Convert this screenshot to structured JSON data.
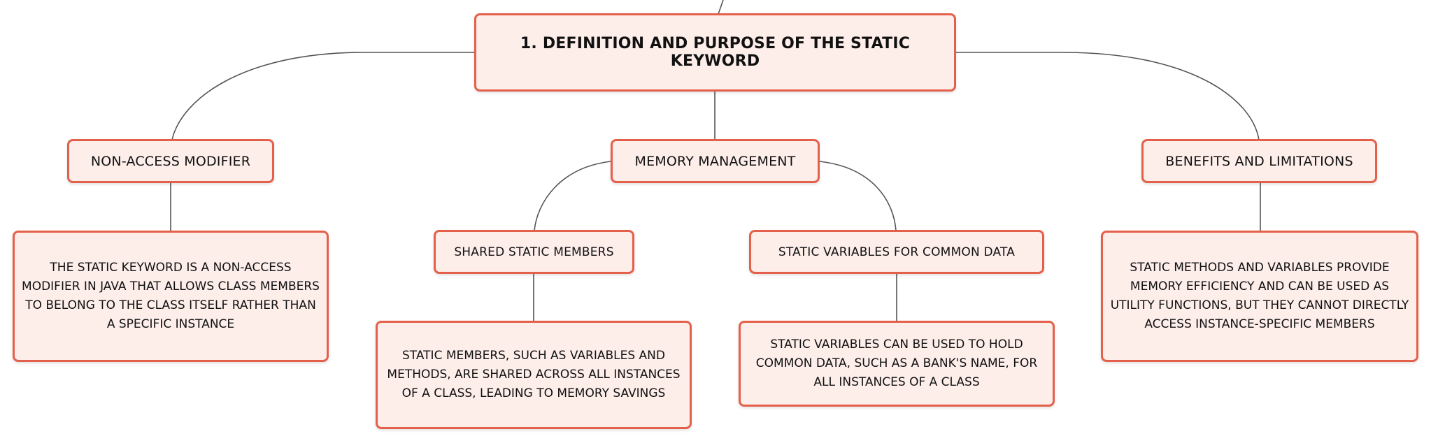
{
  "diagram": {
    "colors": {
      "node_fill": "#fdeeea",
      "node_border": "#e5604a",
      "connector": "#555555",
      "text": "#111111"
    },
    "root": {
      "label": "1. DEFINITION AND PURPOSE OF THE STATIC KEYWORD"
    },
    "branches": {
      "non_access": {
        "label": "NON-ACCESS MODIFIER",
        "detail": "THE STATIC KEYWORD IS A NON-ACCESS MODIFIER IN JAVA THAT ALLOWS CLASS MEMBERS TO BELONG TO THE CLASS ITSELF RATHER THAN A SPECIFIC INSTANCE"
      },
      "memory": {
        "label": "MEMORY MANAGEMENT",
        "shared": {
          "label": "SHARED STATIC MEMBERS",
          "detail": "STATIC MEMBERS, SUCH AS VARIABLES AND METHODS, ARE SHARED ACROSS ALL INSTANCES OF A CLASS, LEADING TO MEMORY SAVINGS"
        },
        "common": {
          "label": "STATIC VARIABLES FOR COMMON DATA",
          "detail": "STATIC VARIABLES CAN BE USED TO HOLD COMMON DATA, SUCH AS A BANK'S NAME, FOR ALL INSTANCES OF A CLASS"
        }
      },
      "benefits": {
        "label": "BENEFITS AND LIMITATIONS",
        "detail": "STATIC METHODS AND VARIABLES PROVIDE MEMORY EFFICIENCY AND CAN BE USED AS UTILITY FUNCTIONS, BUT THEY CANNOT DIRECTLY ACCESS INSTANCE-SPECIFIC MEMBERS"
      }
    }
  }
}
